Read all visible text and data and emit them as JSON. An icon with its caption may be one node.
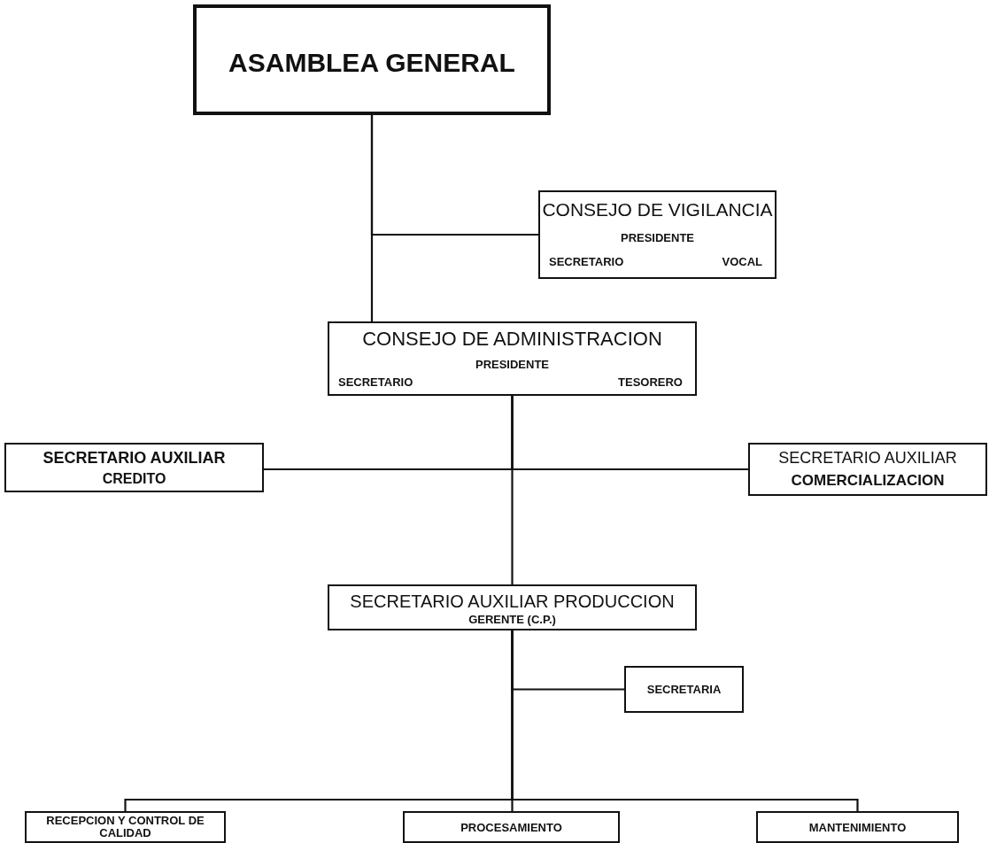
{
  "diagram": {
    "nodes": [
      {
        "text": [
          "ASAMBLEA GENERAL"
        ]
      },
      {
        "text": [
          "CONSEJO DE VIGILANCIA",
          "PRESIDENTE",
          "SECRETARIO",
          "VOCAL"
        ]
      },
      {
        "text": [
          "CONSEJO DE ADMINISTRACION",
          "PRESIDENTE",
          "SECRETARIO",
          "TESORERO"
        ]
      },
      {
        "text": [
          "SECRETARIO AUXILIAR",
          "CREDITO"
        ]
      },
      {
        "text": [
          "SECRETARIO AUXILIAR",
          "COMERCIALIZACION"
        ]
      },
      {
        "text": [
          "SECRETARIO AUXILIAR PRODUCCION",
          "GERENTE (C.P.)"
        ]
      },
      {
        "text": [
          "SECRETARIA"
        ]
      },
      {
        "text": [
          "RECEPCION Y CONTROL DE CALIDAD"
        ]
      },
      {
        "text": [
          "PROCESAMIENTO"
        ]
      },
      {
        "text": [
          "MANTENIMIENTO"
        ]
      }
    ],
    "edges": [
      {
        "from": 0,
        "to": 2,
        "arrow": "none"
      },
      {
        "from": 0,
        "to": 1,
        "arrow": "none"
      },
      {
        "from": 2,
        "to": 3,
        "arrow": "none"
      },
      {
        "from": 2,
        "to": 4,
        "arrow": "none"
      },
      {
        "from": 2,
        "to": 5,
        "arrow": "none"
      },
      {
        "from": 5,
        "to": 6,
        "arrow": "none"
      },
      {
        "from": 5,
        "to": 7,
        "arrow": "none"
      },
      {
        "from": 5,
        "to": 8,
        "arrow": "none"
      },
      {
        "from": 5,
        "to": 9,
        "arrow": "none"
      }
    ]
  }
}
